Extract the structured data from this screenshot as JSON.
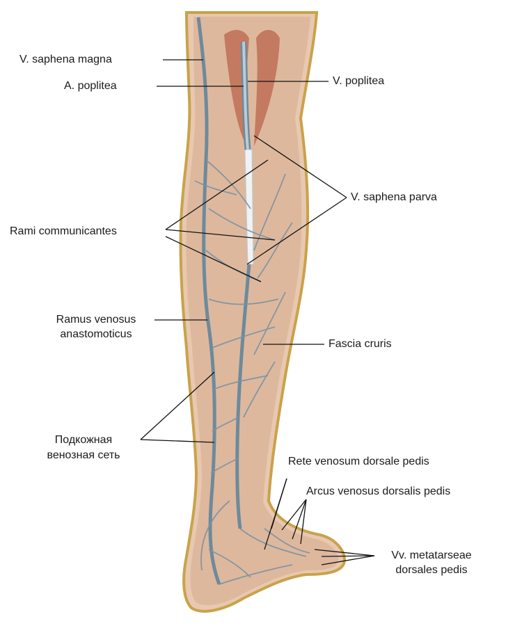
{
  "labels": {
    "v_saphena_magna": "V. saphena magna",
    "a_poplitea": "A. poplitea",
    "v_poplitea": "V. poplitea",
    "v_saphena_parva": "V. saphena parva",
    "rami_communicantes": "Rami communicantes",
    "ramus_venosus_1": "Ramus venosus",
    "ramus_venosus_2": "anastomoticus",
    "fascia_cruris": "Fascia cruris",
    "podkozhnaya_1": "Подкожная",
    "podkozhnaya_2": "венозная сеть",
    "rete_venosum": "Rete venosum dorsale pedis",
    "arcus_venosus": "Arcus venosus dorsalis pedis",
    "vv_metatarseae_1": "Vv. metatarseae",
    "vv_metatarseae_2": "dorsales pedis"
  },
  "colors": {
    "skin": "#dcb59a",
    "fascia": "#e8c8b0",
    "muscle": "#c0735a",
    "vein": "#6e8a9c",
    "vein_light": "#b9ccd8",
    "border": "#c9a24a",
    "leader": "#111111"
  }
}
